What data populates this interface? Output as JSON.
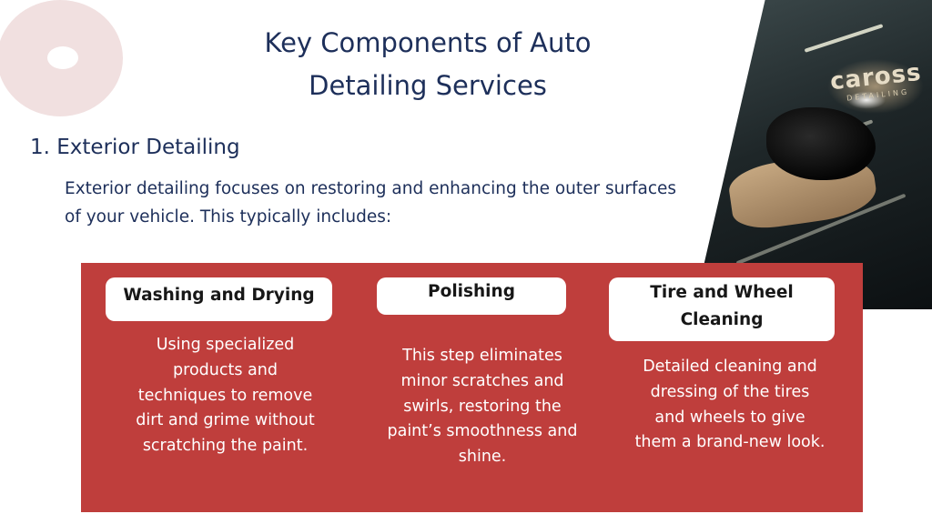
{
  "slide": {
    "title": "Key Components of Auto Detailing Services",
    "section_heading": "1. Exterior Detailing",
    "intro": "Exterior detailing focuses on restoring and enhancing the outer surfaces of your vehicle. This typically includes:"
  },
  "photo": {
    "sign_text": "caross",
    "sign_subtext": "DETAILING"
  },
  "components": [
    {
      "label": "Washing and Drying",
      "description": "Using specialized products and techniques to remove dirt and grime without scratching the paint."
    },
    {
      "label": "Polishing",
      "description": "This step eliminates minor scratches and swirls, restoring the paint’s smoothness and shine."
    },
    {
      "label": "Tire and Wheel Cleaning",
      "description": "Detailed cleaning and dressing of the tires and wheels to give them a brand-new look."
    }
  ],
  "colors": {
    "panel": "#bf3e3c",
    "text_navy": "#1d2f5a",
    "decor_circle": "#f1e0e0"
  }
}
